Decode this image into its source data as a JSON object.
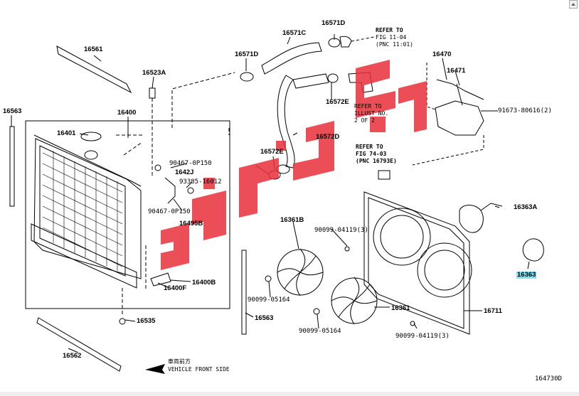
{
  "diagram": {
    "reference_code": "164730D",
    "front_label_jp": "車両前方",
    "front_label": "VEHICLE FRONT SIDE",
    "watermark_note": "red Arabic watermark logo",
    "highlight_color": "#7fe3f5",
    "watermark_color": "#e8303a"
  },
  "parts": [
    {
      "id": "p16561",
      "label": "16561"
    },
    {
      "id": "p16523A",
      "label": "16523A"
    },
    {
      "id": "p16563a",
      "label": "16563"
    },
    {
      "id": "p16400",
      "label": "16400"
    },
    {
      "id": "p16401",
      "label": "16401"
    },
    {
      "id": "p16571C",
      "label": "16571C"
    },
    {
      "id": "p16571D",
      "label": "16571D"
    },
    {
      "id": "p16571D_top",
      "label": "16571D"
    },
    {
      "id": "p16572E_a",
      "label": "16572E"
    },
    {
      "id": "p16572D",
      "label": "16572D"
    },
    {
      "id": "p16572E_b",
      "label": "16572E"
    },
    {
      "id": "p16470",
      "label": "16470"
    },
    {
      "id": "p16471",
      "label": "16471"
    },
    {
      "id": "p91673",
      "label": "91673-80616(2)"
    },
    {
      "id": "p90467a",
      "label": "90467-0P150"
    },
    {
      "id": "p1642J",
      "label": "1642J"
    },
    {
      "id": "p93385",
      "label": "93385-16012"
    },
    {
      "id": "p90467b",
      "label": "90467-0P150"
    },
    {
      "id": "p16495B",
      "label": "16495B"
    },
    {
      "id": "p16361B",
      "label": "16361B"
    },
    {
      "id": "p90099a",
      "label": "90099-04119(3)"
    },
    {
      "id": "p16363A",
      "label": "16363A"
    },
    {
      "id": "p16363",
      "label": "16363"
    },
    {
      "id": "p16400F",
      "label": "16400F"
    },
    {
      "id": "p16400B",
      "label": "16400B"
    },
    {
      "id": "p90099b",
      "label": "90099-05164"
    },
    {
      "id": "p16563b",
      "label": "16563"
    },
    {
      "id": "p16361",
      "label": "16361"
    },
    {
      "id": "p16711",
      "label": "16711"
    },
    {
      "id": "p16535",
      "label": "16535"
    },
    {
      "id": "p90099c",
      "label": "90099-05164"
    },
    {
      "id": "p90099d",
      "label": "90099-04119(3)"
    },
    {
      "id": "p16562",
      "label": "16562"
    }
  ],
  "notes": {
    "refer1": [
      "REFER TO",
      "FIG 11-04",
      "(PNC 11:01)"
    ],
    "refer2": [
      "REFER TO",
      "ILLUST NO.",
      "2 OF 2"
    ],
    "refer3": [
      "REFER TO",
      "FIG 74-03",
      "(PNC 16793E)"
    ]
  }
}
